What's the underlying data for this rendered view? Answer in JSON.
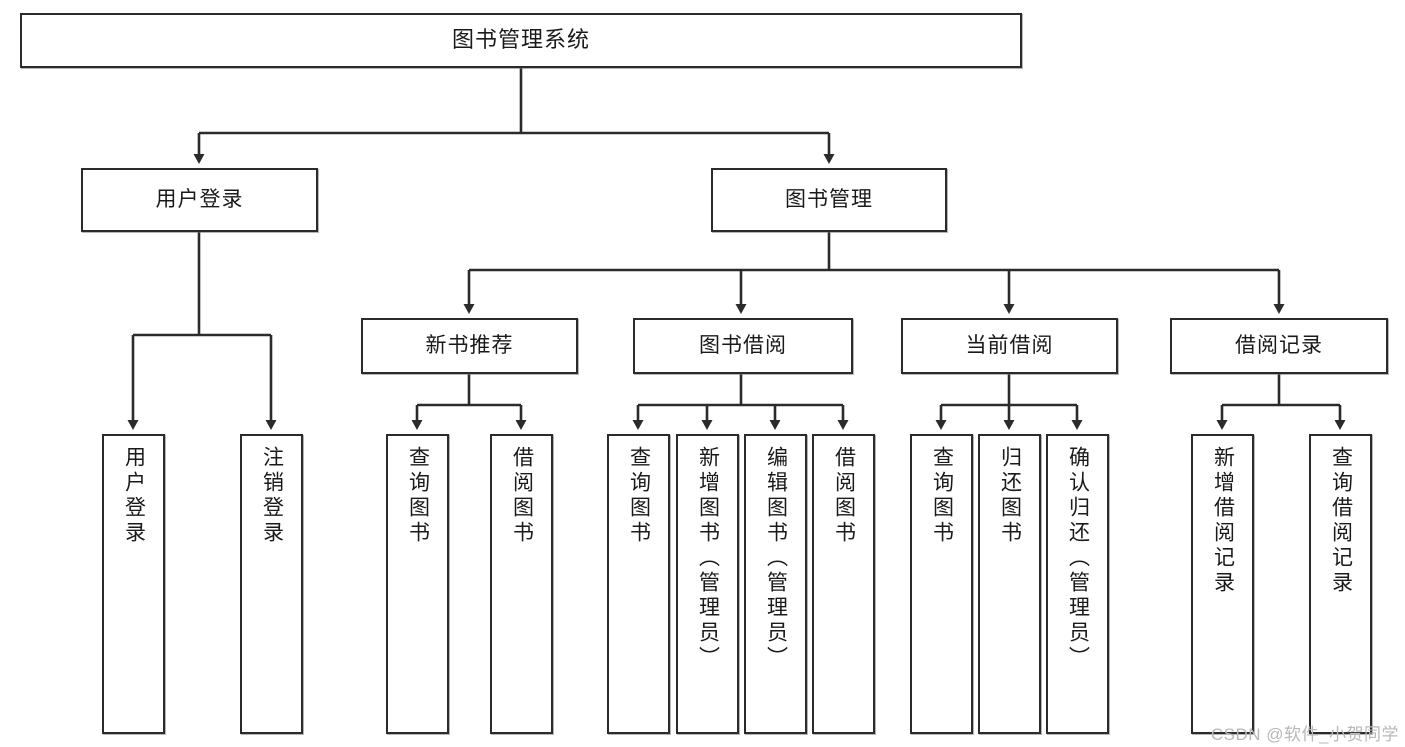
{
  "diagram": {
    "type": "tree-hierarchy",
    "title": "图书管理系统",
    "orientation": "top-down",
    "colors": {
      "box_border": "#2b2b2b",
      "box_fill": "#ffffff",
      "edge": "#2b2b2b",
      "text": "#1a1a1a",
      "watermark": "#b8b8b8"
    }
  },
  "root": {
    "label": "图书管理系统"
  },
  "level2": [
    {
      "label": "用户登录"
    },
    {
      "label": "图书管理"
    }
  ],
  "level3": [
    {
      "label": "新书推荐"
    },
    {
      "label": "图书借阅"
    },
    {
      "label": "当前借阅"
    },
    {
      "label": "借阅记录"
    }
  ],
  "leaves": {
    "user_login": [
      {
        "label": "用户登录"
      },
      {
        "label": "注销登录"
      }
    ],
    "new_book": [
      {
        "label": "查询图书"
      },
      {
        "label": "借阅图书"
      }
    ],
    "borrow_book": [
      {
        "label": "查询图书"
      },
      {
        "label": "新增图书（管理员）"
      },
      {
        "label": "编辑图书（管理员）"
      },
      {
        "label": "借阅图书"
      }
    ],
    "current_borrow": [
      {
        "label": "查询图书"
      },
      {
        "label": "归还图书"
      },
      {
        "label": "确认归还（管理员）"
      }
    ],
    "borrow_record": [
      {
        "label": "新增借阅记录"
      },
      {
        "label": "查询借阅记录"
      }
    ]
  },
  "watermark": {
    "text": "CSDN @软件_小贺同学"
  }
}
